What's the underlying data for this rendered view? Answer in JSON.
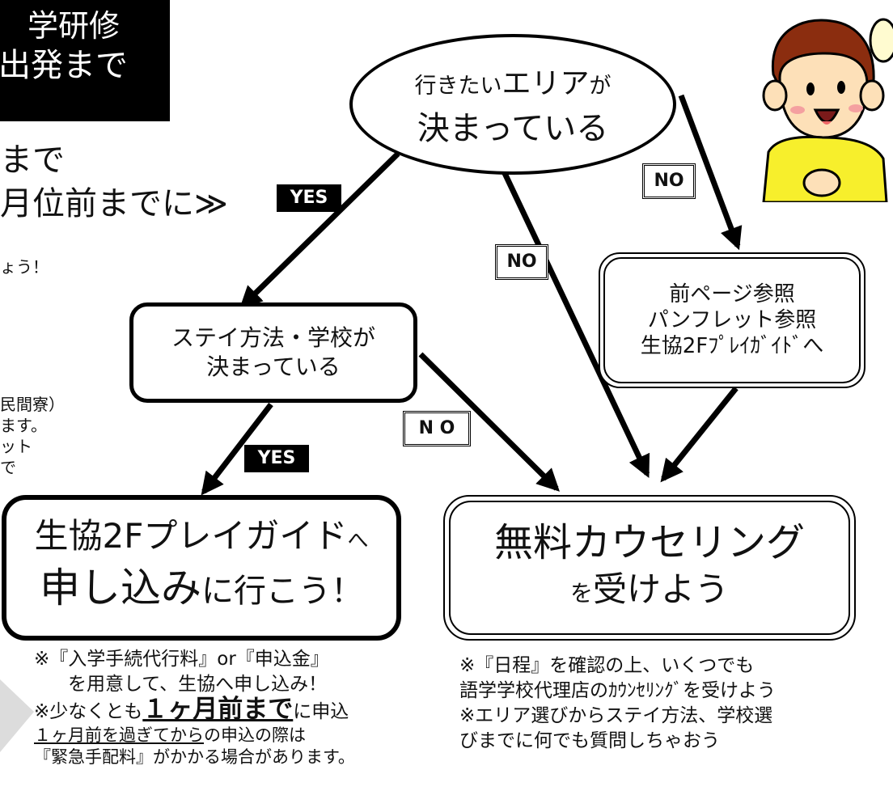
{
  "title": {
    "line1": "学研修",
    "line2": "出発まで"
  },
  "left_partial": {
    "heading1": "まで",
    "heading2": "月位前までに≫",
    "line_a": "ょう！",
    "frag1": "民間寮）",
    "frag2": "ます。",
    "frag3": "ット",
    "frag4": "で"
  },
  "tags": {
    "yes_top": "YES",
    "yes_bottom": "YES",
    "no_right": "NO",
    "no_mid": "NO",
    "no_low": "N O"
  },
  "nodes": {
    "area_line1a": "行きたい",
    "area_line1b": "エリア",
    "area_line1c": "が",
    "area_line2": "決まっている",
    "stay_line1": "ステイ方法・学校が",
    "stay_line2": "決まっている",
    "ref_line1": "前ページ参照",
    "ref_line2": "パンフレット参照",
    "ref_line3": "生協2Fﾌﾟﾚｲｶﾞｲﾄﾞへ",
    "apply_line1a": "生協2Fプレイガイド",
    "apply_line1b": "へ",
    "apply_line2a": "申し込み",
    "apply_line2b": "に行こう！",
    "counsel_line1": "無料カウセリング",
    "counsel_line2a": "を",
    "counsel_line2b": "受けよう"
  },
  "notes_left": {
    "l1": "※『入学手続代行料』or『申込金』",
    "l2": "を用意して、生協へ申し込み！",
    "l3a": "※少なくとも",
    "l3b": "１ヶ月前まで",
    "l3c": "に申込",
    "l4a": "１ヶ月前を過ぎてから",
    "l4b": "の申込の際は",
    "l5": "『緊急手配料』がかかる場合があります。"
  },
  "notes_right": {
    "l1": "※『日程』を確認の上、いくつでも",
    "l2": "語学学校代理店のｶｳﾝｾﾘﾝｸﾞを受けよう",
    "l3": "※エリア選びからステイ方法、学校選",
    "l4": "びまでに何でも質問しちゃおう"
  }
}
